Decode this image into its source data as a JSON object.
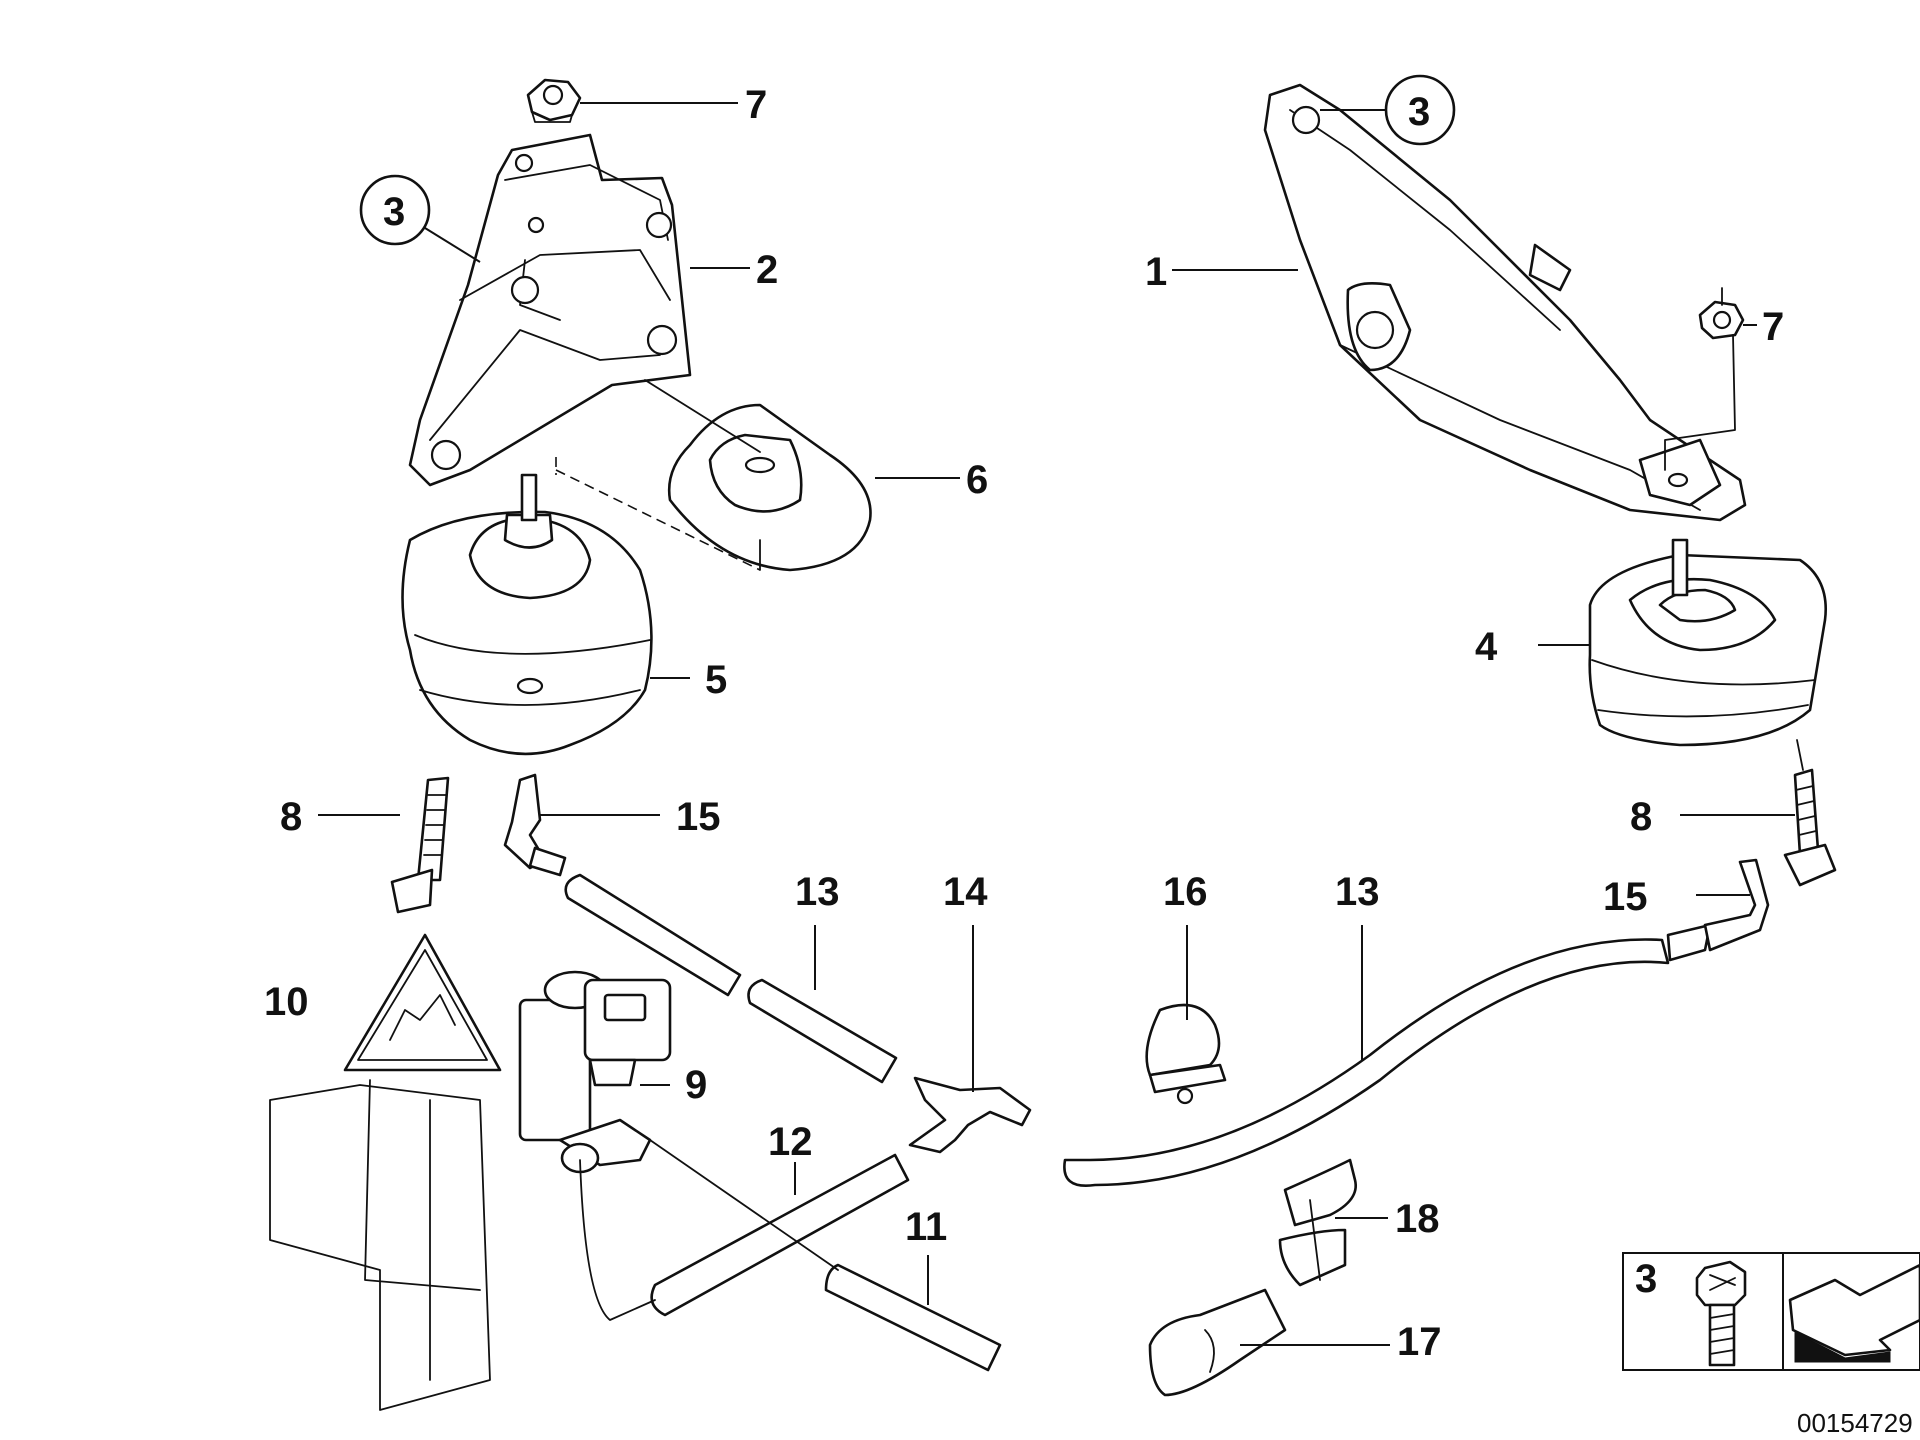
{
  "labels": {
    "p1": "1",
    "p2": "2",
    "p3_left": "3",
    "p3_right": "3",
    "p4": "4",
    "p5": "5",
    "p6": "6",
    "p7_left": "7",
    "p7_right": "7",
    "p8_left": "8",
    "p8_right": "8",
    "p9": "9",
    "p10": "10",
    "p11": "11",
    "p12": "12",
    "p13_left": "13",
    "p13_right": "13",
    "p14": "14",
    "p15_left": "15",
    "p15_right": "15",
    "p16": "16",
    "p17": "17",
    "p18": "18"
  },
  "legend": {
    "number": "3"
  },
  "image_code": "00154729"
}
